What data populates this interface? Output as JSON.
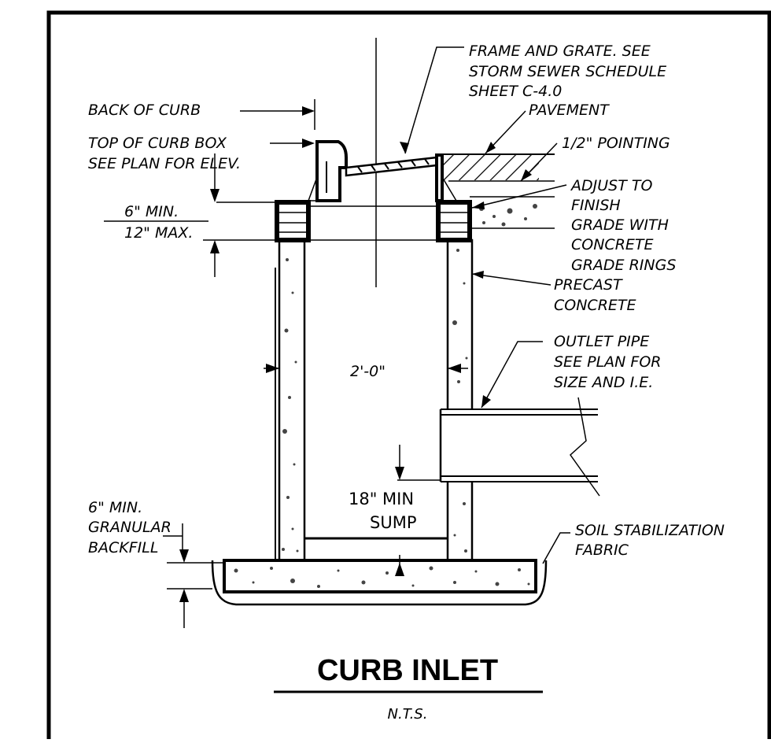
{
  "drawing": {
    "title": "CURB INLET",
    "subtitle": "N.T.S."
  },
  "labels": {
    "frame_grate": [
      "FRAME AND GRATE. SEE",
      "STORM SEWER SCHEDULE",
      "SHEET C-4.0"
    ],
    "pavement": "PAVEMENT",
    "pointing": "1/2\" POINTING",
    "adjust": [
      "ADJUST TO",
      "FINISH",
      "GRADE WITH",
      "CONCRETE",
      "GRADE RINGS"
    ],
    "precast": [
      "PRECAST",
      "CONCRETE"
    ],
    "outlet": [
      "OUTLET PIPE",
      "SEE PLAN FOR",
      "SIZE AND I.E."
    ],
    "soil": [
      "SOIL STABILIZATION",
      "FABRIC"
    ],
    "back_of_curb": "BACK OF CURB",
    "top_curb_box": [
      "TOP OF CURB BOX",
      "SEE PLAN FOR ELEV."
    ],
    "rings_min": "6\" MIN.",
    "rings_max": "12\" MAX.",
    "inside_width": "2'-0\"",
    "sump": [
      "18\" MIN",
      "SUMP"
    ],
    "backfill": [
      "6\" MIN.",
      "GRANULAR",
      "BACKFILL"
    ]
  }
}
